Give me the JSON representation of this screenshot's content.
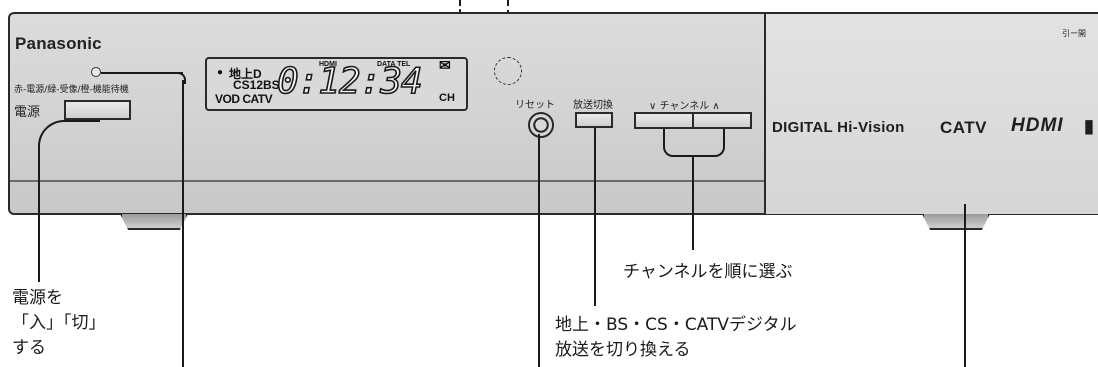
{
  "device": {
    "brand": "Panasonic",
    "led_legend": "赤-電源/緑-受像/橙-機能待機",
    "power_label": "電源",
    "display": {
      "indicator_dot": "●",
      "terrestrial": "地上D",
      "cs_bs": "CS12BS",
      "vod_catv": "VOD CATV",
      "hdmi": "HDMI",
      "data_tel": "DATA TEL",
      "mail_glyph": "✉",
      "clock": "0:12:34",
      "ch": "CH"
    },
    "reset_label": "リセット",
    "broadcast_switch_label": "放送切換",
    "channel_label": "∨ チャンネル ∧",
    "panel_tag": "引ー開",
    "logos": {
      "digital_hivision": "DIGITAL Hi-Vision",
      "catv": "CATV",
      "hdmi": "HDMI"
    }
  },
  "callouts": {
    "power_line1": "電源を",
    "power_line2": "「入」「切」",
    "power_line3": "する",
    "channel": "チャンネルを順に選ぶ",
    "broadcast_line1": "地上・BS・CS・CATVデジタル",
    "broadcast_line2": "放送を切り換える"
  }
}
